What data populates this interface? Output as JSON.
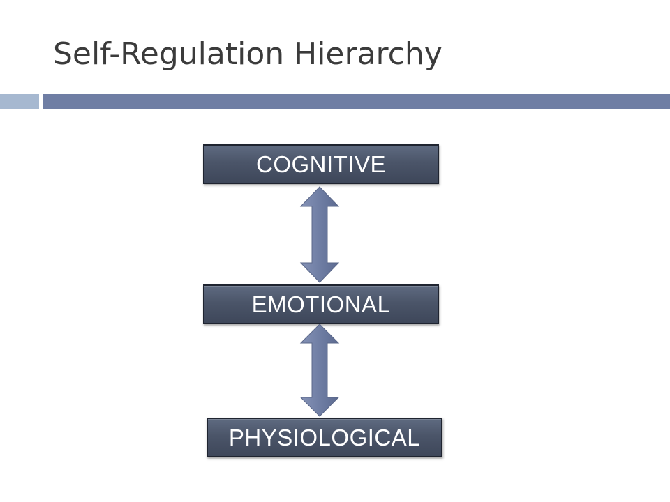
{
  "slide": {
    "title": "Self-Regulation Hierarchy"
  },
  "diagram": {
    "levels": [
      {
        "label": "COGNITIVE"
      },
      {
        "label": "EMOTIONAL"
      },
      {
        "label": "PHYSIOLOGICAL"
      }
    ],
    "connectors": [
      {
        "from": "COGNITIVE",
        "to": "EMOTIONAL",
        "direction": "bidirectional"
      },
      {
        "from": "EMOTIONAL",
        "to": "PHYSIOLOGICAL",
        "direction": "bidirectional"
      }
    ]
  },
  "colors": {
    "box_fill": "#4b5569",
    "box_border": "#1f2430",
    "arrow_fill": "#6f7ea4",
    "accent_light": "#a6b8d0",
    "accent_dark": "#6f7ea4",
    "title_text": "#3b3b3b"
  }
}
